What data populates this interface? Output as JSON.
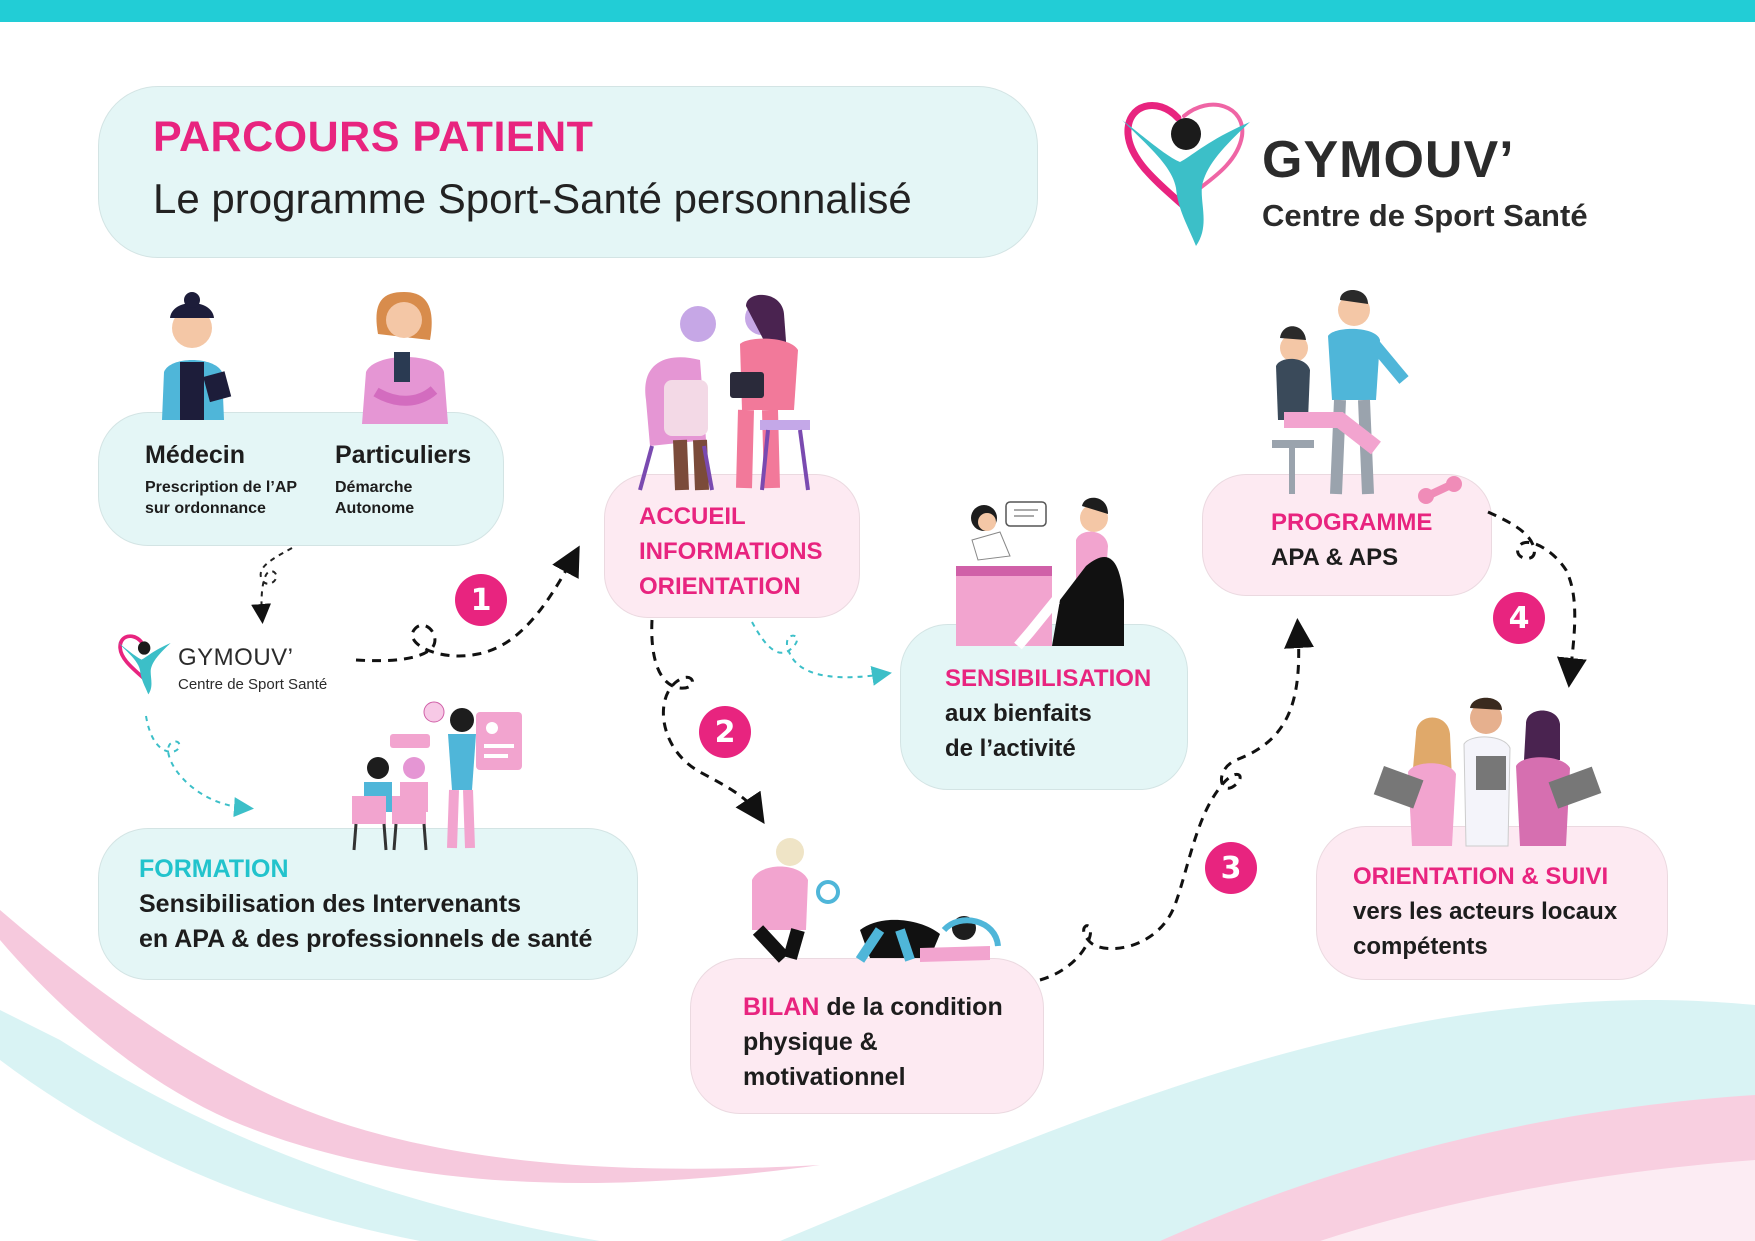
{
  "header": {
    "title": "PARCOURS PATIENT",
    "subtitle": "Le programme Sport-Santé personnalisé"
  },
  "logo": {
    "name": "GYMOUV’",
    "tagline": "Centre de Sport Santé"
  },
  "entry": {
    "medecin": {
      "title": "Médecin",
      "line1": "Prescription de l’AP",
      "line2": "sur ordonnance"
    },
    "particuliers": {
      "title": "Particuliers",
      "line1": "Démarche",
      "line2": "Autonome"
    }
  },
  "formation": {
    "title": "FORMATION",
    "line1": "Sensibilisation des Intervenants",
    "line2": "en APA & des professionnels de santé"
  },
  "accueil": {
    "line1": "ACCUEIL",
    "line2": "INFORMATIONS",
    "line3": "ORIENTATION"
  },
  "sensibilisation": {
    "title": "SENSIBILISATION",
    "line1": "aux bienfaits",
    "line2": "de l’activité"
  },
  "bilan": {
    "title": "BILAN",
    "line1_rest": " de la condition",
    "line2": "physique &",
    "line3": "motivationnel"
  },
  "programme": {
    "title": "PROGRAMME",
    "line1": "APA & APS"
  },
  "orientation": {
    "title": "ORIENTATION & SUIVI",
    "line1": "vers les acteurs locaux",
    "line2": "compétents"
  },
  "steps": [
    "1",
    "2",
    "3",
    "4"
  ],
  "colors": {
    "pink": "#e8247f",
    "cyan": "#22cdd6",
    "mint_card": "#e4f6f6",
    "pink_card": "#fdeaf2"
  }
}
